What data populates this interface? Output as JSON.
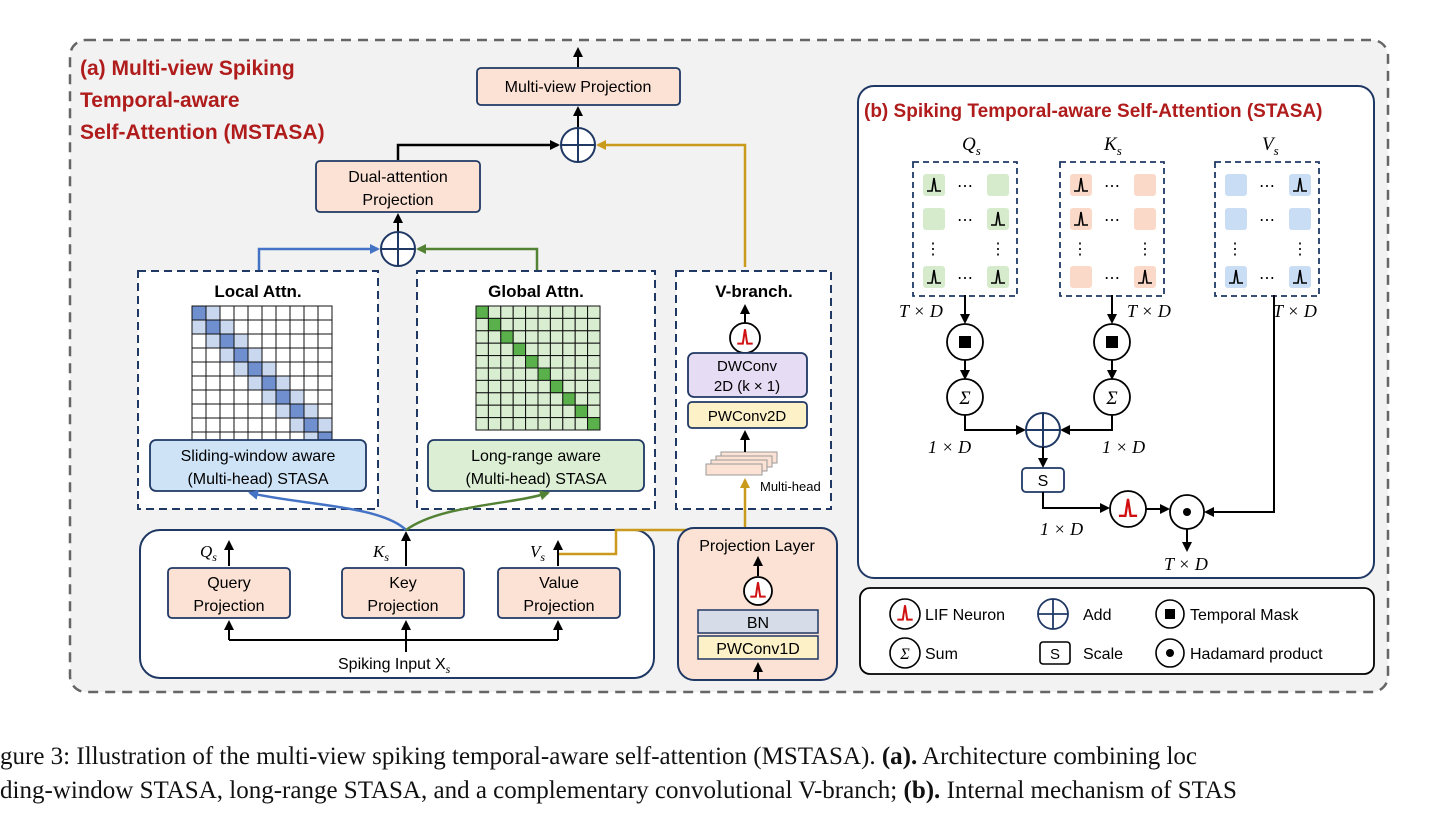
{
  "figure": {
    "panel_a_title_lines": [
      "(a) Multi-view Spiking",
      "Temporal-aware",
      "Self-Attention (MSTASA)"
    ],
    "panel_b_title": "(b) Spiking Temporal-aware Self-Attention (STASA)",
    "colors": {
      "title_red": "#b01c1c",
      "box_peach": "#fbe2d5",
      "box_blue": "#cfe3f7",
      "box_green": "#dcefd5",
      "box_purple": "#e6dcf4",
      "box_yellow": "#fdf1c8",
      "bn_gray": "#d6dde8",
      "border_navy": "#1f3864",
      "arrow_blue": "#4472c4",
      "arrow_green": "#548235",
      "arrow_gold": "#c99a1c",
      "outer_bg": "#f2f2f2"
    }
  },
  "panel_a": {
    "multiview_projection": "Multi-view Projection",
    "dual_attention_lines": [
      "Dual-attention",
      "Projection"
    ],
    "local_attn": {
      "title": "Local Attn.",
      "stasa_lines": [
        "Sliding-window aware",
        "(Multi-head) STASA"
      ]
    },
    "global_attn": {
      "title": "Global Attn.",
      "stasa_lines": [
        "Long-range aware",
        "(Multi-head) STASA"
      ]
    },
    "v_branch": {
      "title": "V-branch.",
      "dwconv_lines": [
        "DWConv",
        "2D (k × 1)"
      ],
      "pwconv2d": "PWConv2D",
      "multihead": "Multi-head"
    },
    "projections": {
      "query_lines": [
        "Query",
        "Projection"
      ],
      "key_lines": [
        "Key",
        "Projection"
      ],
      "value_lines": [
        "Value",
        "Projection"
      ],
      "q_label": "Q",
      "k_label": "K",
      "v_label": "V",
      "sub": "s",
      "input_label": "Spiking Input X",
      "input_sub": "s"
    },
    "projection_layer": {
      "title": "Projection Layer",
      "bn": "BN",
      "pwconv1d": "PWConv1D"
    }
  },
  "panel_b": {
    "q_label": "Q",
    "k_label": "K",
    "v_label": "V",
    "sub": "s",
    "dim_td": "T × D",
    "dim_1d": "1 × D",
    "scale": "S",
    "sum_symbol": "Σ",
    "hdots": "⋯",
    "vdots": "⋮"
  },
  "legend": {
    "lif": "LIF Neuron",
    "add": "Add",
    "temporal_mask": "Temporal Mask",
    "sum": "Sum",
    "scale": "Scale",
    "scale_symbol": "S",
    "sum_symbol": "Σ",
    "hadamard": "Hadamard product"
  },
  "caption": {
    "line1_prefix": "gure 3: Illustration of the multi-view spiking temporal-aware self-attention (MSTASA). ",
    "line1_bold": "(a).",
    "line1_suffix": " Architecture combining loc",
    "line2_prefix": "ding-window STASA, long-range STASA, and a complementary convolutional V-branch; ",
    "line2_bold": "(b).",
    "line2_suffix": " Internal mechanism of STAS"
  }
}
